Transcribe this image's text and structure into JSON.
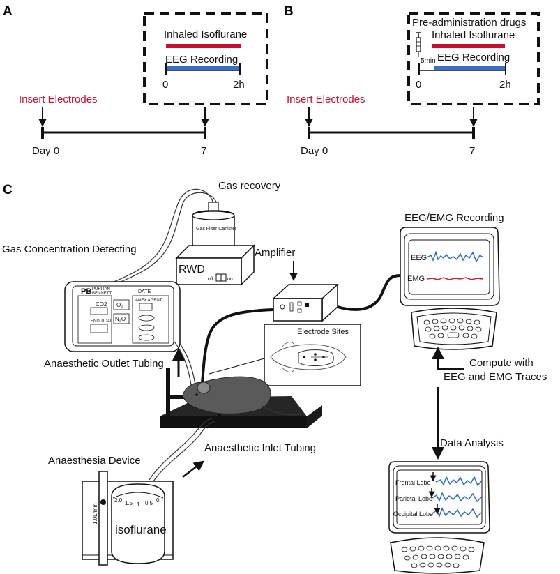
{
  "panels": {
    "a": {
      "label": "A",
      "insert_electrodes": "Insert Electrodes",
      "day0": "Day 0",
      "day7": "7",
      "inhaled": "Inhaled Isoflurane",
      "eeg": "EEG Recording",
      "t0": "0",
      "t2": "2h"
    },
    "b": {
      "label": "B",
      "pre_admin": "Pre-administration drugs",
      "inhaled": "Inhaled Isoflurane",
      "five_min": "5min",
      "eeg": "EEG Recording",
      "t0": "0",
      "t2": "2h",
      "insert_electrodes": "Insert Electrodes",
      "day0": "Day 0",
      "day7": "7"
    },
    "c": {
      "label": "C",
      "gas_recovery": "Gas recovery",
      "gas_filter": "Gas Filter Canister",
      "rwd": "RWD",
      "off": "off",
      "on": "on",
      "gas_conc": "Gas Concentration Detecting",
      "amplifier": "Amplifier",
      "eeg_emg_recording": "EEG/EMG Recording",
      "monitor_eeg": "EEG",
      "monitor_emg": "EMG",
      "pb": "PB",
      "puritan": "PURITAN",
      "bennett": "BENNETT",
      "date": "DATE",
      "co2": "CO2",
      "end_tidal": "END TIDAL",
      "o2": "O₂",
      "n2o": "N₂O",
      "anex_agent": "ANEX AGENT",
      "electrode_sites": "Electrode Sites",
      "outlet": "Anaesthetic Outlet Tubing",
      "inlet": "Anaesthetic Inlet Tubing",
      "device": "Anaesthesia Device",
      "flow": "1.0L/min",
      "isoflurane": "isoflurane",
      "dial": [
        "2.0",
        "1.5",
        "1",
        "0.5",
        "0"
      ],
      "compute_line1": "Compute with",
      "compute_line2": "EEG and EMG Traces",
      "data_analysis": "Data Analysis",
      "frontal": "Frontal Lobe",
      "parietal": "Parietal Lobe",
      "occipital": "Occipital Lobe"
    }
  },
  "colors": {
    "isoflurane_bar": "#c8102e",
    "eeg_bar": "#3a6fc4",
    "label_red": "#c8102e",
    "eeg_trace": "#2f6dc0",
    "emg_trace": "#d01c2c",
    "platform": "#262626",
    "mouse": "#5a5a5a"
  }
}
